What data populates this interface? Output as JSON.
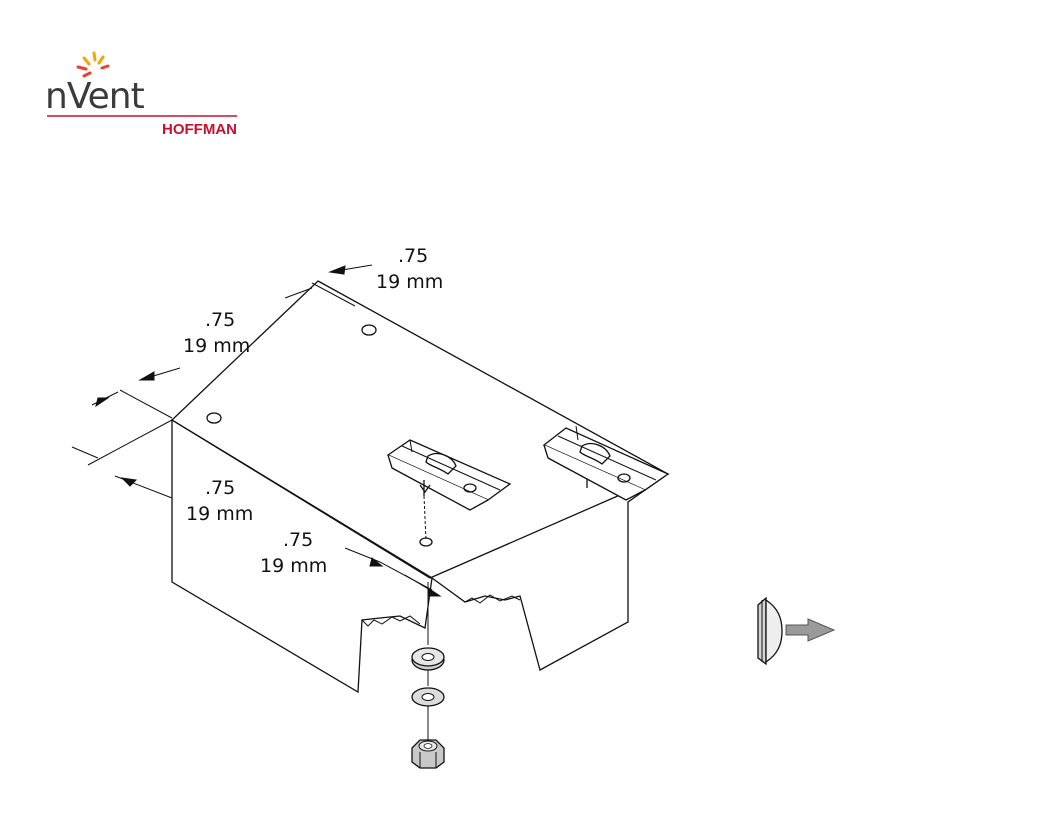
{
  "brand": {
    "logo_text": "nVent",
    "sub_text": "HOFFMAN",
    "accent_color": "#c8102e",
    "spark_colors": [
      "#f7a600",
      "#e8412c"
    ]
  },
  "dimensions": [
    {
      "value": ".75",
      "unit": "19 mm"
    },
    {
      "value": ".75",
      "unit": "19 mm"
    },
    {
      "value": ".75",
      "unit": "19 mm"
    },
    {
      "value": ".75",
      "unit": "19 mm"
    }
  ],
  "icons": {
    "knockout": "knockout-plug-icon",
    "arrow": "direction-arrow-icon",
    "hardware": [
      "lock-washer-icon",
      "flat-washer-icon",
      "hex-nut-icon"
    ]
  }
}
